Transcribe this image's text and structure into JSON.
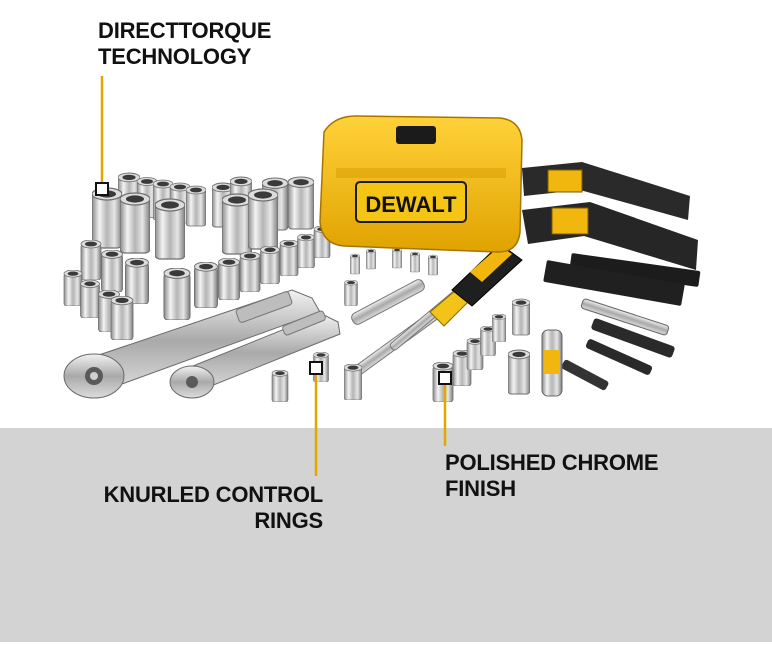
{
  "brand": {
    "logo_text": "DEWALT",
    "colors": {
      "yellow": "#f2b70f",
      "black": "#1a1a1a",
      "chrome": "#c7c7c7",
      "band": "#d3d3d3"
    }
  },
  "callouts": [
    {
      "line1": "DIRECTTORQUE",
      "line2": "TECHNOLOGY"
    },
    {
      "line1": "KNURLED CONTROL",
      "line2": "RINGS"
    },
    {
      "line1": "POLISHED CHROME",
      "line2": "FINISH"
    }
  ]
}
